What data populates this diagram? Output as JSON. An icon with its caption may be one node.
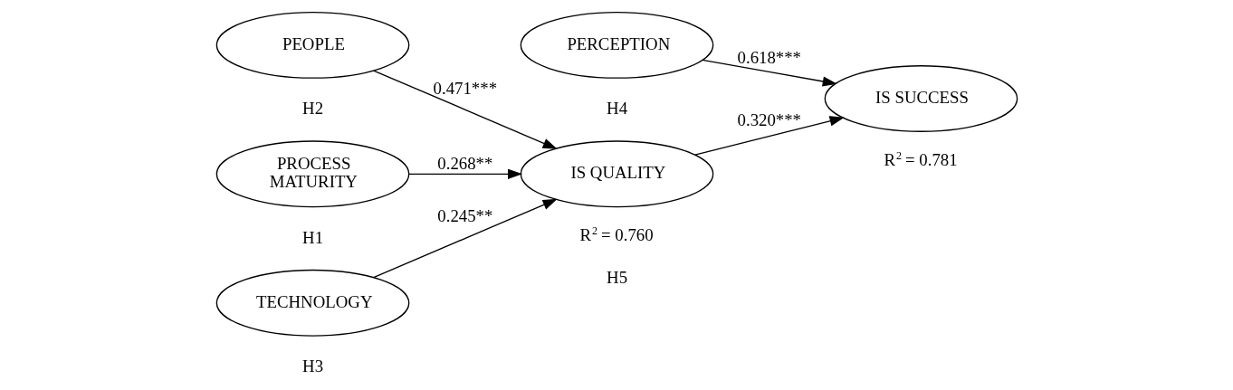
{
  "diagram": {
    "nodes": [
      {
        "text": [
          "PEOPLE"
        ]
      },
      {
        "text": [
          "PERCEPTION"
        ]
      },
      {
        "text": [
          "PROCESS MATURITY"
        ]
      },
      {
        "text": [
          "IS QUALITY"
        ],
        "beside": [
          "R$^{2}$ = 0.760"
        ]
      },
      {
        "text": [
          "IS SUCCESS"
        ],
        "beside": [
          "R$^{2}$ = 0.781"
        ]
      },
      {
        "text": [
          "TECHNOLOGY"
        ]
      }
    ],
    "edges": [
      {
        "from": 0,
        "to": 3,
        "arrow": "to",
        "label": "0.471***"
      },
      {
        "from": 2,
        "to": 3,
        "arrow": "to",
        "label": "0.268**"
      },
      {
        "from": 5,
        "to": 3,
        "arrow": "to",
        "label": "0.245**"
      },
      {
        "from": 1,
        "to": 4,
        "arrow": "to",
        "label": "0.618***"
      },
      {
        "from": 3,
        "to": 4,
        "arrow": "to",
        "label": "0.320***"
      }
    ],
    "labels": [
      "H2",
      "H4",
      "H5",
      "H1",
      "H3"
    ]
  }
}
